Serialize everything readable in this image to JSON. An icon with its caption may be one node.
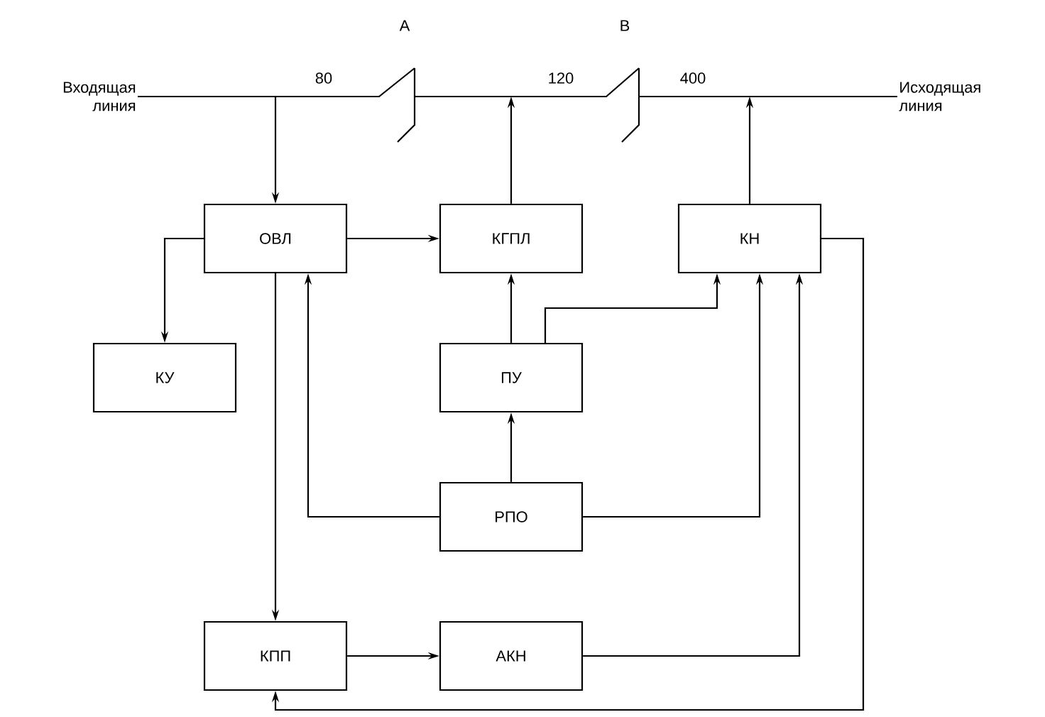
{
  "diagram": {
    "nodes": [
      {
        "text": [
          "Входящая линия"
        ]
      },
      {
        "text": [
          "Исходящая линия"
        ]
      },
      {
        "text": [
          "ОВЛ"
        ]
      },
      {
        "text": [
          "КГПЛ"
        ]
      },
      {
        "text": [
          "КН"
        ]
      },
      {
        "text": [
          "КУ"
        ]
      },
      {
        "text": [
          "ПУ"
        ]
      },
      {
        "text": [
          "РПО"
        ]
      },
      {
        "text": [
          "КПП"
        ]
      },
      {
        "text": [
          "АКН"
        ]
      }
    ],
    "edges": [
      {
        "from": 0,
        "to": 1,
        "arrow": "none"
      },
      {
        "from": null,
        "to": 2,
        "arrow": "to"
      },
      {
        "from": 3,
        "to": null,
        "arrow": "to"
      },
      {
        "from": 4,
        "to": null,
        "arrow": "to"
      },
      {
        "from": 2,
        "to": 3,
        "arrow": "to"
      },
      {
        "from": 2,
        "to": 5,
        "arrow": "to"
      },
      {
        "from": 2,
        "to": 8,
        "arrow": "to"
      },
      {
        "from": 6,
        "to": 3,
        "arrow": "to"
      },
      {
        "from": 6,
        "to": 4,
        "arrow": "to"
      },
      {
        "from": 7,
        "to": 6,
        "arrow": "to"
      },
      {
        "from": 7,
        "to": 2,
        "arrow": "to"
      },
      {
        "from": 7,
        "to": 4,
        "arrow": "to"
      },
      {
        "from": 8,
        "to": 9,
        "arrow": "to"
      },
      {
        "from": 9,
        "to": 4,
        "arrow": "to"
      },
      {
        "from": 4,
        "to": 8,
        "arrow": "to"
      }
    ],
    "labels": [
      "A",
      "B",
      "80",
      "120",
      "400"
    ]
  }
}
